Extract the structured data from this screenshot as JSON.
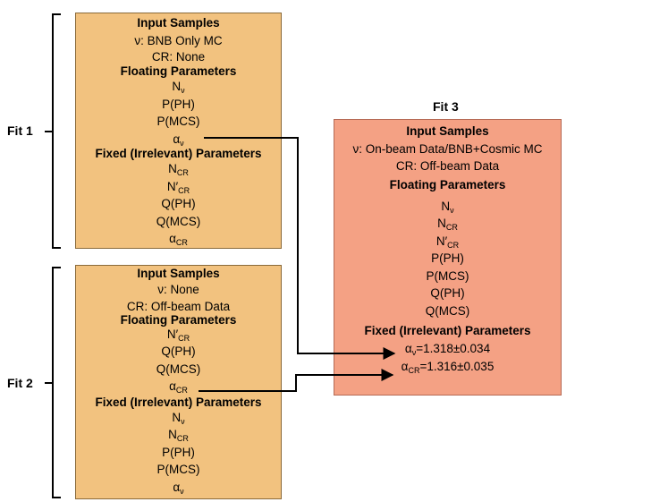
{
  "fit1": {
    "label": "Fit 1",
    "input_header": "Input Samples",
    "nu_sample": "ν: BNB Only MC",
    "cr_sample": "CR: None",
    "floating_header": "Floating Parameters",
    "floating": [
      {
        "main": "N",
        "sub": "ν"
      },
      {
        "main": "P(PH)",
        "sub": ""
      },
      {
        "main": "P(MCS)",
        "sub": ""
      },
      {
        "main": "α",
        "sub": "ν"
      }
    ],
    "fixed_header": "Fixed (Irrelevant) Parameters",
    "fixed": [
      {
        "main": "N",
        "sub": "CR"
      },
      {
        "main": "N′",
        "sub": "CR"
      },
      {
        "main": "Q(PH)",
        "sub": ""
      },
      {
        "main": "Q(MCS)",
        "sub": ""
      },
      {
        "main": "α",
        "sub": "CR"
      }
    ]
  },
  "fit2": {
    "label": "Fit 2",
    "input_header": "Input Samples",
    "nu_sample": "ν: None",
    "cr_sample": "CR: Off-beam Data",
    "floating_header": "Floating Parameters",
    "floating": [
      {
        "main": "N′",
        "sub": "CR"
      },
      {
        "main": "Q(PH)",
        "sub": ""
      },
      {
        "main": "Q(MCS)",
        "sub": ""
      },
      {
        "main": "α",
        "sub": "CR"
      }
    ],
    "fixed_header": "Fixed (Irrelevant) Parameters",
    "fixed": [
      {
        "main": "N",
        "sub": "ν"
      },
      {
        "main": "N",
        "sub": "CR"
      },
      {
        "main": "P(PH)",
        "sub": ""
      },
      {
        "main": "P(MCS)",
        "sub": ""
      },
      {
        "main": "α",
        "sub": "ν"
      }
    ]
  },
  "fit3": {
    "label": "Fit 3",
    "input_header": "Input Samples",
    "nu_sample": "ν: On-beam Data/BNB+Cosmic MC",
    "cr_sample": "CR: Off-beam Data",
    "floating_header": "Floating Parameters",
    "floating": [
      {
        "main": "N",
        "sub": "ν"
      },
      {
        "main": "N",
        "sub": "CR"
      },
      {
        "main": "N′",
        "sub": "CR"
      },
      {
        "main": "P(PH)",
        "sub": ""
      },
      {
        "main": "P(MCS)",
        "sub": ""
      },
      {
        "main": "Q(PH)",
        "sub": ""
      },
      {
        "main": "Q(MCS)",
        "sub": ""
      }
    ],
    "fixed_header": "Fixed (Irrelevant) Parameters",
    "fixed": [
      {
        "main": "α",
        "sub": "ν",
        "rest": "=1.318±0.034"
      },
      {
        "main": "α",
        "sub": "CR",
        "rest": "=1.316±0.035"
      }
    ]
  }
}
